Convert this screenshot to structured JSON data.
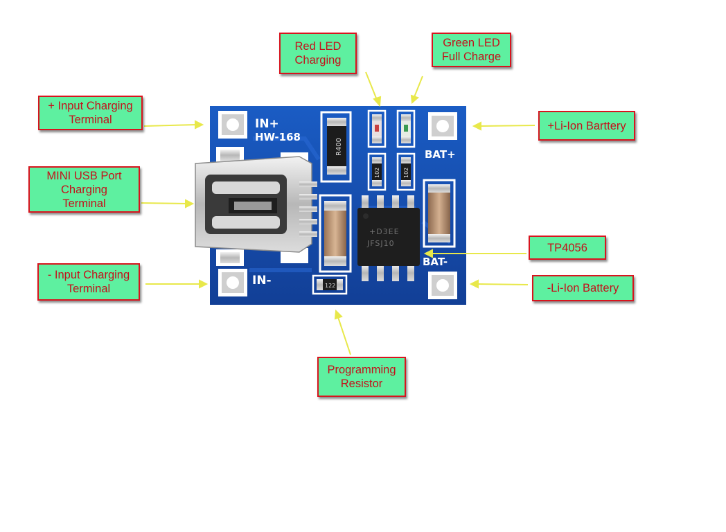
{
  "colors": {
    "pcb": "#1653b8",
    "label_fill": "#5ef0a0",
    "label_border": "#d8141e",
    "label_text": "#c4101a",
    "arrow": "#e8e84a"
  },
  "board": {
    "silkscreen": {
      "in_plus": "IN+",
      "model": "HW-168",
      "in_minus": "IN-",
      "bat_plus": "BAT+",
      "bat_minus": "BAT-"
    },
    "marks": {
      "r400": "R400",
      "r102_a": "102",
      "r102_b": "102",
      "r122": "122",
      "chip_line1": "+D3EE",
      "chip_line2": "JFSJ10"
    }
  },
  "labels": {
    "red_led": [
      "Red LED",
      "Charging"
    ],
    "green_led": [
      "Green LED",
      "Full Charge"
    ],
    "input_plus": [
      "+ Input Charging",
      "Terminal"
    ],
    "li_ion_plus": [
      "+Li-Ion Barttery"
    ],
    "mini_usb": [
      "MINI USB Port",
      "Charging",
      "Terminal"
    ],
    "tp4056": [
      "TP4056"
    ],
    "input_minus": [
      "- Input Charging",
      "Terminal"
    ],
    "li_ion_minus": [
      "-Li-Ion Battery"
    ],
    "prog_resistor": [
      "Programming",
      "Resistor"
    ]
  }
}
